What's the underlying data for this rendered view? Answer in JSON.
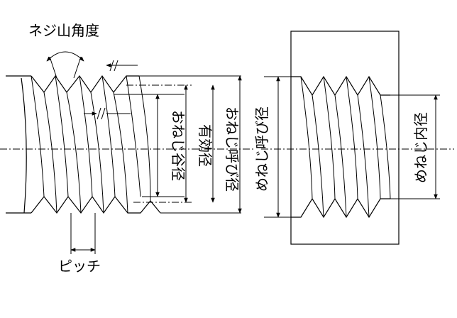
{
  "labels": {
    "thread_angle": "ネジ山角度",
    "pitch": "ピッチ",
    "male_root_diameter": "おねじ谷径",
    "pitch_diameter": "有効径",
    "male_nominal_diameter": "おねじ呼び径",
    "female_nominal_diameter": "めねじ呼び径",
    "female_minor_diameter": "めねじ内径"
  }
}
